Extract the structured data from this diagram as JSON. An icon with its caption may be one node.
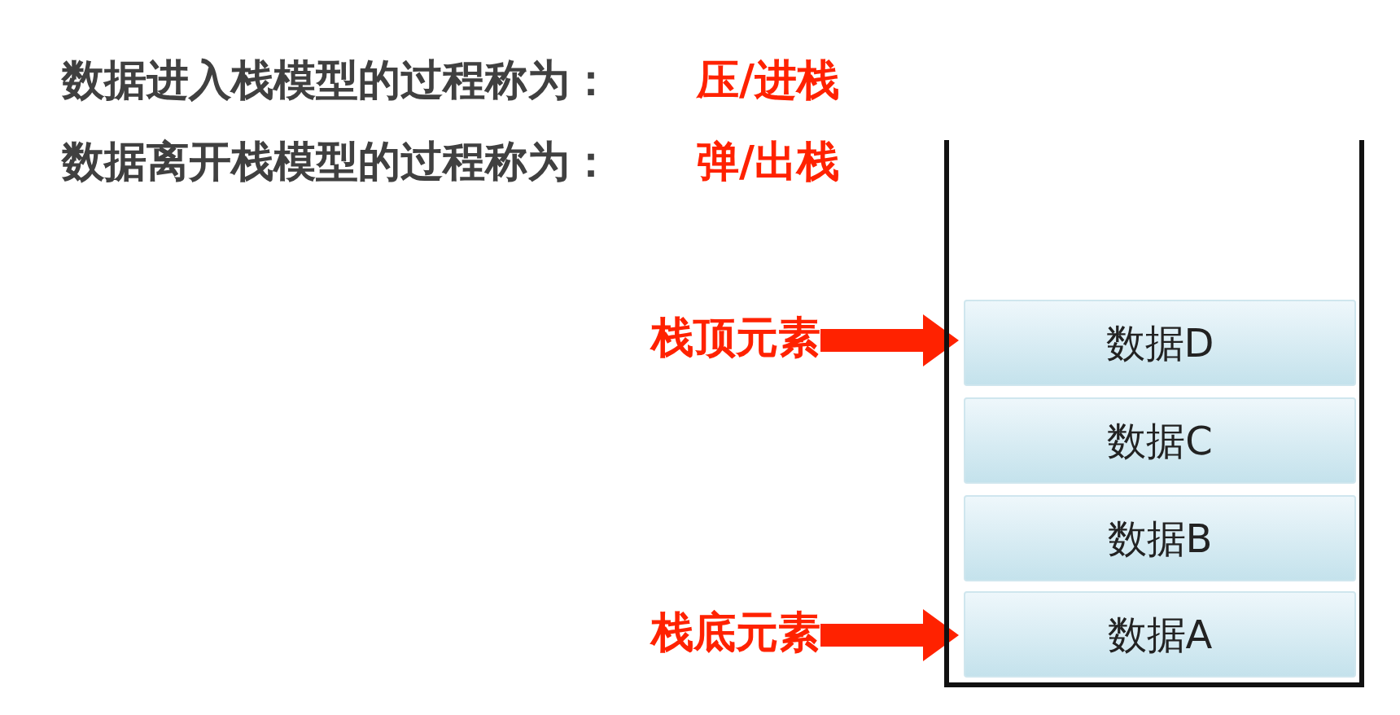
{
  "diagram": {
    "nodes": [
      {
        "text": [],
        "shape": "box"
      },
      {
        "text": [
          "数据D"
        ],
        "in": 0
      },
      {
        "text": [
          "数据C"
        ],
        "in": 0
      },
      {
        "text": [
          "数据B"
        ],
        "in": 0
      },
      {
        "text": [
          "数据A"
        ],
        "in": 0
      },
      {
        "text": [
          "栈顶元素"
        ]
      },
      {
        "text": [
          "栈底元素"
        ]
      }
    ],
    "edges": [
      {
        "from": 5,
        "to": 1,
        "arrow": "to"
      },
      {
        "from": 6,
        "to": 4,
        "arrow": "to"
      }
    ],
    "labels": [
      "数据进入栈模型的过程称为：",
      "压/进栈",
      "数据离开栈模型的过程称为：",
      "弹/出栈"
    ]
  }
}
